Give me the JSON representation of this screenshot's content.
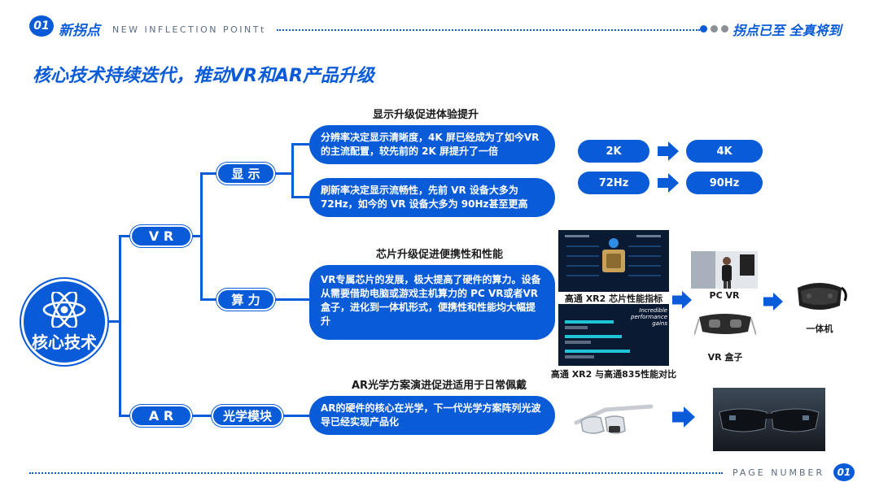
{
  "header": {
    "badge": "01",
    "title": "新拐点",
    "subtitle": "NEW INFLECTION POINTt",
    "right_text": "拐点已至 全真将到"
  },
  "main_title": "核心技术持续迭代，推动VR和AR产品升级",
  "core": {
    "label": "核心技术"
  },
  "branches": {
    "vr": "V R",
    "ar": "A R",
    "display": "显 示",
    "compute": "算 力",
    "optics": "光学模块"
  },
  "display_section": {
    "title": "显示升级促进体验提升",
    "bubble1": "分辨率决定显示清晰度，4K 屏已经成为了如今VR的主流配置，较先前的 2K 屏提升了一倍",
    "bubble2": "刷新率决定显示流畅性，先前 VR 设备大多为 72Hz，如今的 VR 设备大多为 90Hz甚至更高",
    "res_from": "2K",
    "res_to": "4K",
    "hz_from": "72Hz",
    "hz_to": "90Hz"
  },
  "compute_section": {
    "title": "芯片升级促进便携性和性能",
    "bubble": "VR专属芯片的发展，极大提高了硬件的算力。设备从需要借助电脑或游戏主机算力的 PC VR或者VR盒子，进化到一体机形式，便携性和性能均大幅提升",
    "caption_xr2": "高通 XR2 芯片性能指标",
    "caption_compare": "高通 XR2 与高通835性能对比",
    "caption_pcvr": "PC VR",
    "caption_box": "VR 盒子",
    "caption_allinone": "一体机",
    "gains_text": "Incredible performance gains"
  },
  "ar_section": {
    "title": "AR光学方案演进促进适用于日常佩戴",
    "bubble": "AR的硬件的核心在光学，下一代光学方案阵列光波导已经实现产品化"
  },
  "footer": {
    "text": "PAGE NUMBER",
    "badge": "01"
  },
  "colors": {
    "brand": "#0a5bd8",
    "dark_panel": "#0b1a33"
  }
}
